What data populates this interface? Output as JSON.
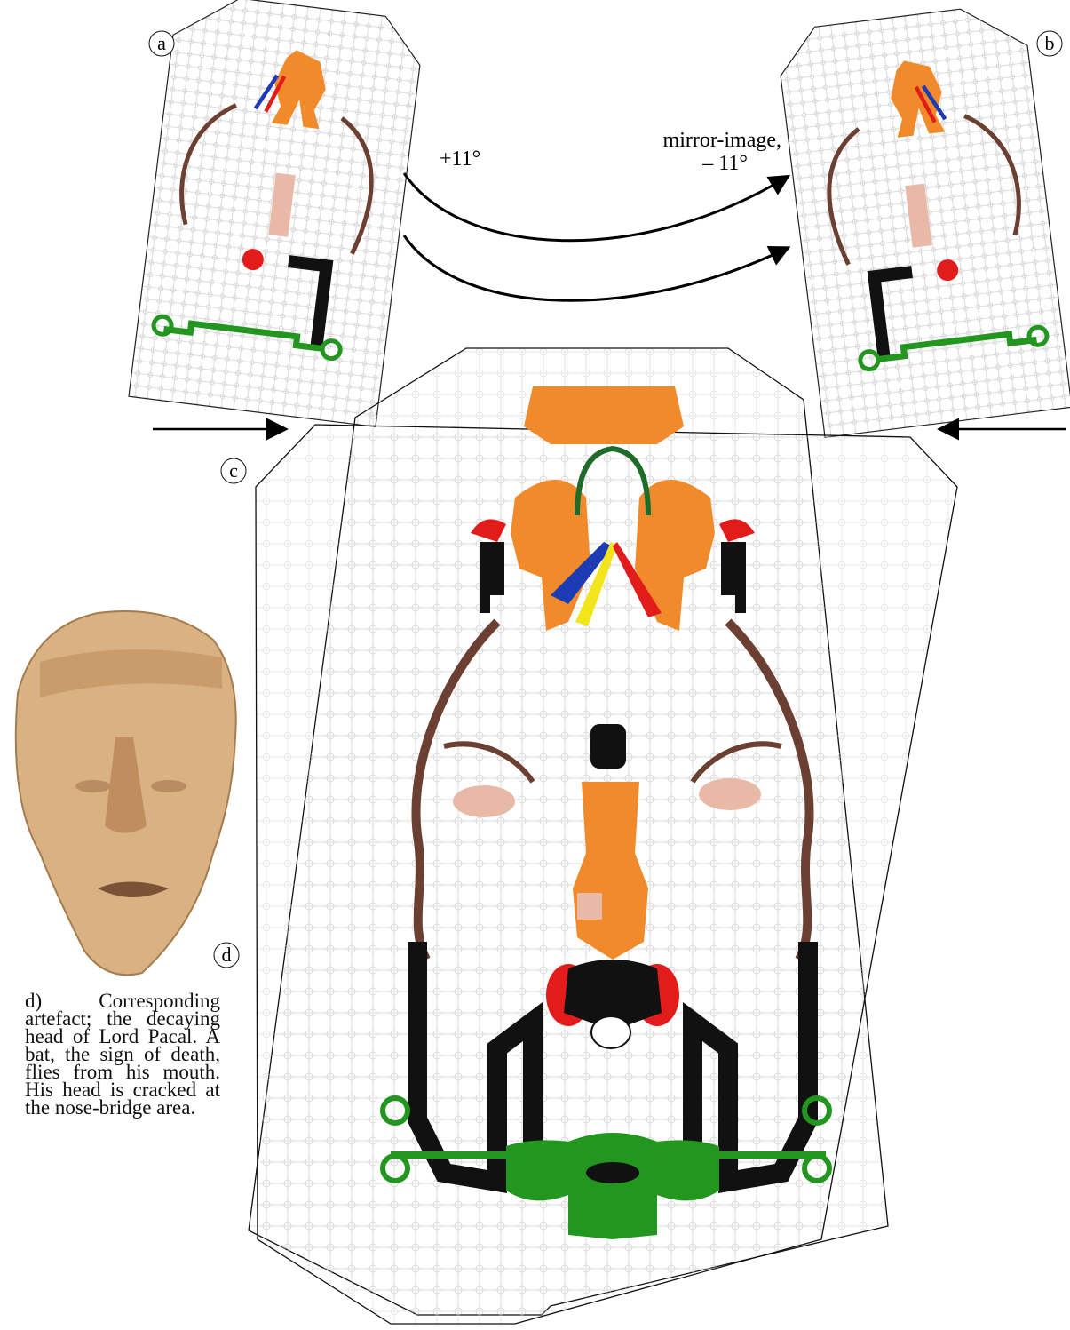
{
  "labels": {
    "a": "a",
    "b": "b",
    "c": "c",
    "d": "d"
  },
  "annotations": {
    "rotate_a": "+11°",
    "mirror_line1": "mirror-image,",
    "mirror_line2": "– 11°"
  },
  "caption": "d) Corresponding artefact; the decaying head of Lord  Pacal. A bat, the sign of death, flies from his mouth. His head is cracked at the nose-bridge area.",
  "colors": {
    "orange": "#f08a2a",
    "brown": "#6b3f31",
    "black": "#111111",
    "red": "#e21b1b",
    "green": "#22961f",
    "grey_line": "#bdbdbd",
    "blue": "#1d3bb5",
    "yellow": "#f3e51b",
    "skin": "#e8b9a6",
    "sandstone": "#d9b183"
  }
}
